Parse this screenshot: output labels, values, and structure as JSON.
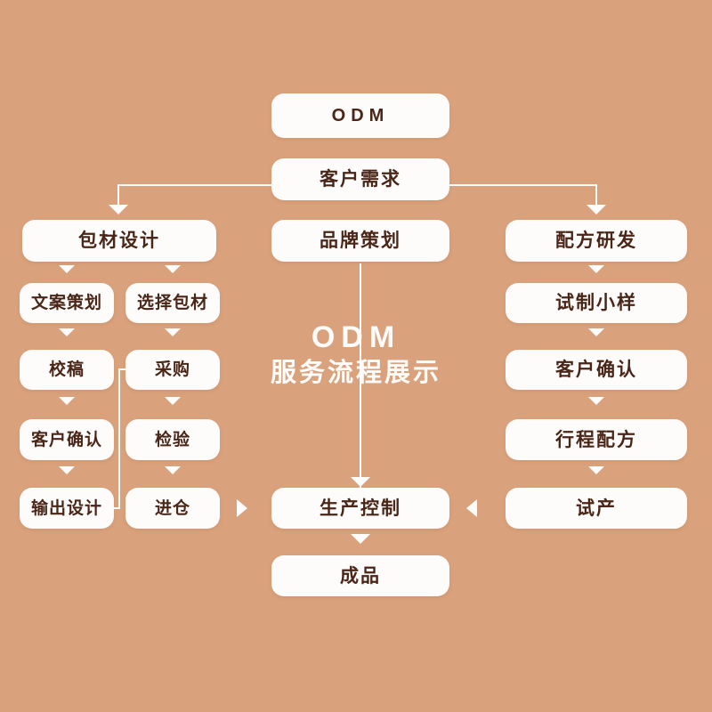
{
  "canvas": {
    "background_color": "#daa27c",
    "node_fill": "#fdfcfa",
    "node_text_color": "#4a2618",
    "connector_color": "#fdfcfa"
  },
  "center_title": {
    "line1": "ODM",
    "line2": "服务流程展示"
  },
  "nodes": {
    "root": "ODM",
    "demand": "客户需求",
    "left_head": "包材设计",
    "center_head": "品牌策划",
    "right_head": "配方研发",
    "left_col_a": [
      "文案策划",
      "校稿",
      "客户确认",
      "输出设计"
    ],
    "left_col_b": [
      "选择包材",
      "采购",
      "检验",
      "进仓"
    ],
    "right_col": [
      "试制小样",
      "客户确认",
      "行程配方",
      "试产"
    ],
    "production": "生产控制",
    "finished": "成品"
  },
  "connectors": {
    "demand_to_left": "elbow-arrow-down-left",
    "demand_to_right": "elbow-arrow-down-right",
    "center_spine": "long-vertical-arrow-down",
    "output_to_purchase": "elbow-arrow-up-right",
    "left_into_production": "arrow-right",
    "right_into_production": "arrow-left"
  }
}
